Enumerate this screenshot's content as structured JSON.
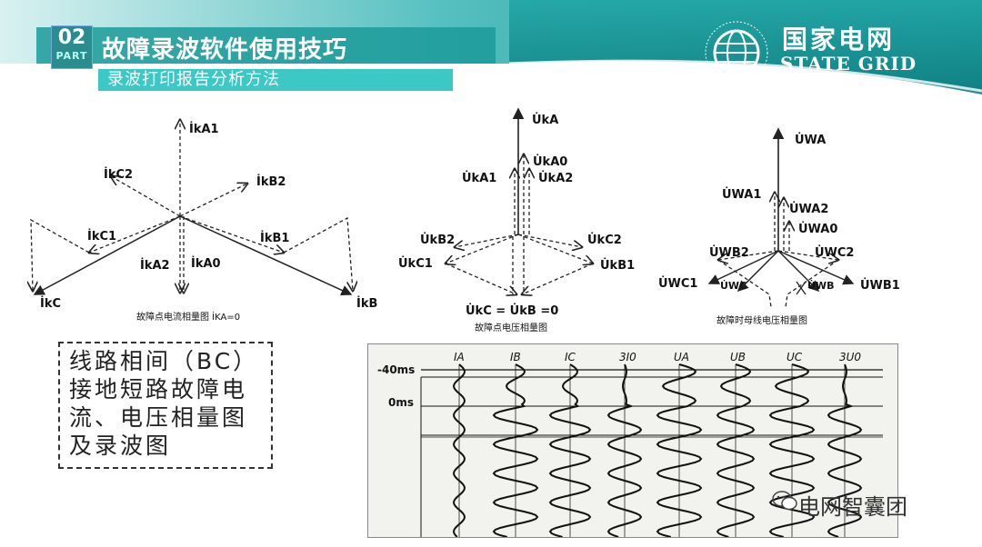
{
  "header": {
    "part_number": "02",
    "part_word": "PART",
    "title": "故障录波软件使用技巧",
    "subtitle": "录波打印报告分析方法"
  },
  "logo": {
    "name_cn": "国家电网",
    "name_en": "STATE GRID",
    "emblem_icon": "state-grid-globe-icon"
  },
  "current_diagram": {
    "labels": {
      "ika1": "İkA1",
      "ikc2": "İkC2",
      "ikb2": "İkB2",
      "ikc1": "İkC1",
      "ikb1": "İkB1",
      "ika2": "İkA2",
      "ika0": "İkA0",
      "ikc": "İkC",
      "ikb": "İkB"
    },
    "caption": "故障点电流相量图  İKA=0"
  },
  "fault_voltage_diagram": {
    "labels": {
      "uka": "U̇kA",
      "uka0": "U̇kA0",
      "uka1": "U̇kA1",
      "uka2": "U̇kA2",
      "ukb2": "U̇kB2",
      "ukc2": "U̇kC2",
      "ukc1": "U̇kC1",
      "ukb1": "U̇kB1",
      "equation": "U̇kC = U̇kB =0"
    },
    "caption": "故障点电压相量图"
  },
  "bus_voltage_diagram": {
    "labels": {
      "uwa": "U̇WA",
      "uwa1": "U̇WA1",
      "uwa2": "U̇WA2",
      "uwa0": "U̇WA0",
      "uwb2": "U̇WB2",
      "uwc2": "U̇WC2",
      "uwc1": "U̇WC1",
      "uwc": "U̇WC",
      "uwb": "U̇WB",
      "uwb1": "U̇WB1"
    },
    "caption": "故障时母线电压相量图"
  },
  "note": {
    "lines": [
      "线路相间（BC）",
      "接地短路故障电",
      "流、电压相量图",
      "及录波图"
    ]
  },
  "waveform": {
    "time_labels": [
      "-40ms",
      "0ms"
    ],
    "channels": [
      "IA",
      "IB",
      "IC",
      "3I0",
      "UA",
      "UB",
      "UC",
      "3U0"
    ]
  },
  "watermark": {
    "text": "电网智囊团",
    "icon": "wechat-icon"
  },
  "colors": {
    "header_teal": "#1fa8a8",
    "header_dark": "#127c7f",
    "subtitle_bar": "#3cc9c6"
  }
}
